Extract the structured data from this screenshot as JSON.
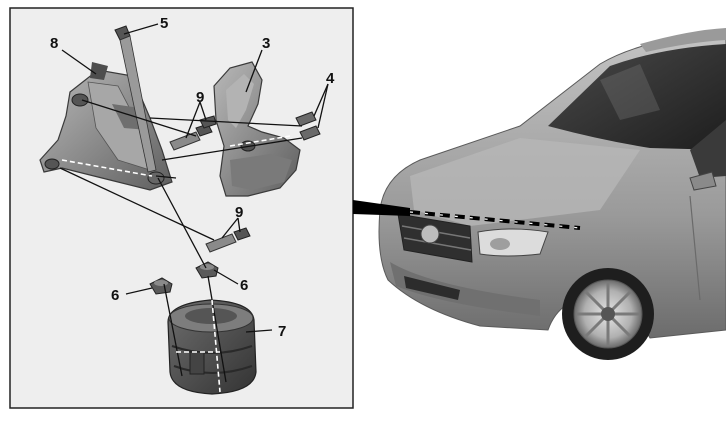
{
  "diagram": {
    "callouts": {
      "c3": "3",
      "c4": "4",
      "c5": "5",
      "c6a": "6",
      "c6b": "6",
      "c7": "7",
      "c8": "8",
      "c9a": "9",
      "c9b": "9"
    },
    "colors": {
      "panel_bg": "#eeeeee",
      "panel_border": "#222222",
      "part_gray": "#8a8a8a",
      "car_silver": "#9c9c9c",
      "pointer": "#000000"
    }
  }
}
